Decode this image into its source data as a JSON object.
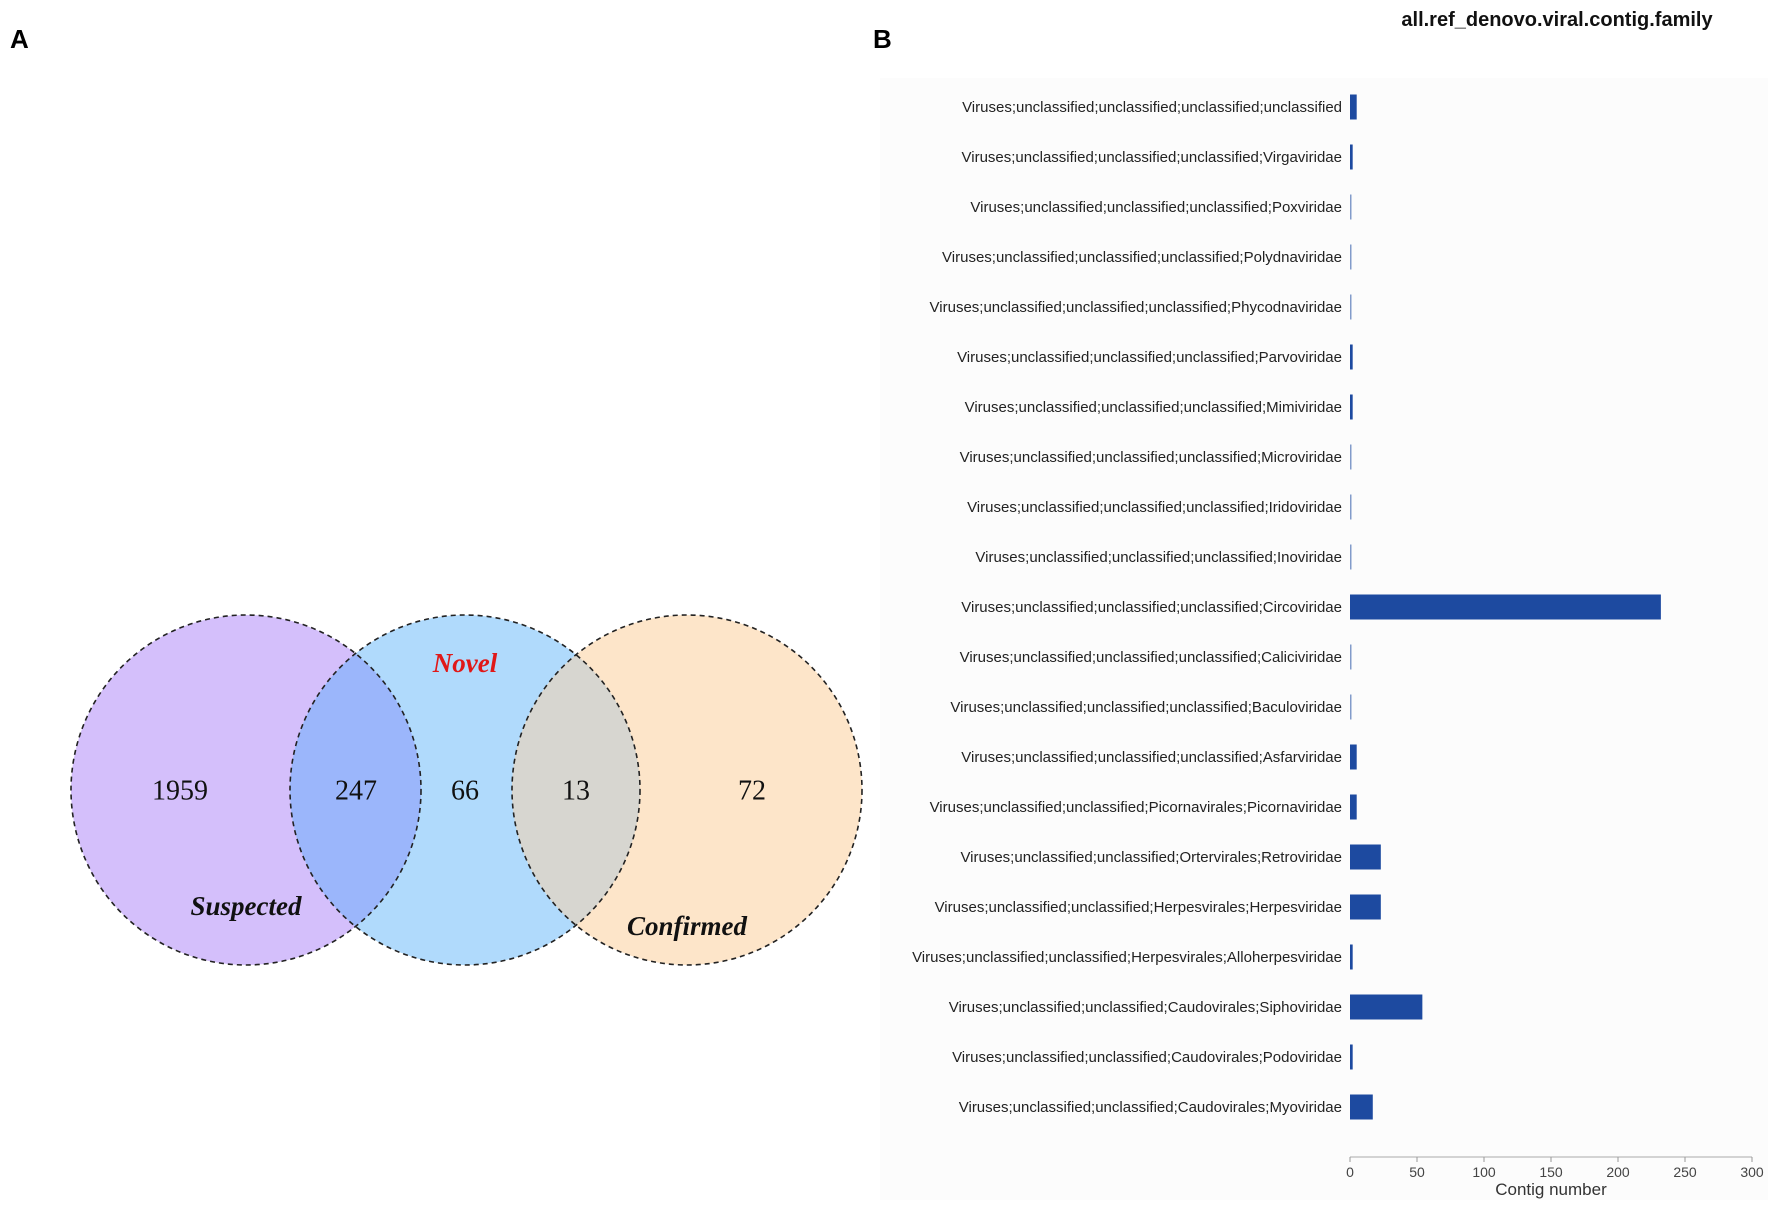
{
  "panels": {
    "a": "A",
    "b": "B"
  },
  "chart_data": [
    {
      "type": "venn",
      "sets": [
        {
          "name": "Suspected",
          "color": "#d4bffb"
        },
        {
          "name": "Novel",
          "color": "#b0dafc"
        },
        {
          "name": "Confirmed",
          "color": "#fde5c9"
        }
      ],
      "intersection_colors": {
        "suspected_novel": "#9bb6fb",
        "novel_confirmed": "#d7d6d0"
      },
      "regions": {
        "suspected_only": 1959,
        "suspected_and_novel": 247,
        "novel_only": 66,
        "novel_and_confirmed": 13,
        "confirmed_only": 72
      }
    },
    {
      "type": "bar",
      "orientation": "horizontal",
      "title": "all.ref_denovo.viral.contig.family",
      "xlabel": "Contig number",
      "ylabel": "",
      "xlim": [
        0,
        300
      ],
      "xticks": [
        0,
        50,
        100,
        150,
        200,
        250,
        300
      ],
      "bar_color": "#1d4aa0",
      "categories": [
        "Viruses;unclassified;unclassified;unclassified;unclassified",
        "Viruses;unclassified;unclassified;unclassified;Virgaviridae",
        "Viruses;unclassified;unclassified;unclassified;Poxviridae",
        "Viruses;unclassified;unclassified;unclassified;Polydnaviridae",
        "Viruses;unclassified;unclassified;unclassified;Phycodnaviridae",
        "Viruses;unclassified;unclassified;unclassified;Parvoviridae",
        "Viruses;unclassified;unclassified;unclassified;Mimiviridae",
        "Viruses;unclassified;unclassified;unclassified;Microviridae",
        "Viruses;unclassified;unclassified;unclassified;Iridoviridae",
        "Viruses;unclassified;unclassified;unclassified;Inoviridae",
        "Viruses;unclassified;unclassified;unclassified;Circoviridae",
        "Viruses;unclassified;unclassified;unclassified;Caliciviridae",
        "Viruses;unclassified;unclassified;unclassified;Baculoviridae",
        "Viruses;unclassified;unclassified;unclassified;Asfarviridae",
        "Viruses;unclassified;unclassified;Picornavirales;Picornaviridae",
        "Viruses;unclassified;unclassified;Ortervirales;Retroviridae",
        "Viruses;unclassified;unclassified;Herpesvirales;Herpesviridae",
        "Viruses;unclassified;unclassified;Herpesvirales;Alloherpesviridae",
        "Viruses;unclassified;unclassified;Caudovirales;Siphoviridae",
        "Viruses;unclassified;unclassified;Caudovirales;Podoviridae",
        "Viruses;unclassified;unclassified;Caudovirales;Myoviridae"
      ],
      "values": [
        5,
        2,
        1,
        1,
        1,
        2,
        2,
        1,
        1,
        1,
        232,
        1,
        1,
        5,
        5,
        23,
        23,
        2,
        54,
        2,
        17
      ]
    }
  ]
}
